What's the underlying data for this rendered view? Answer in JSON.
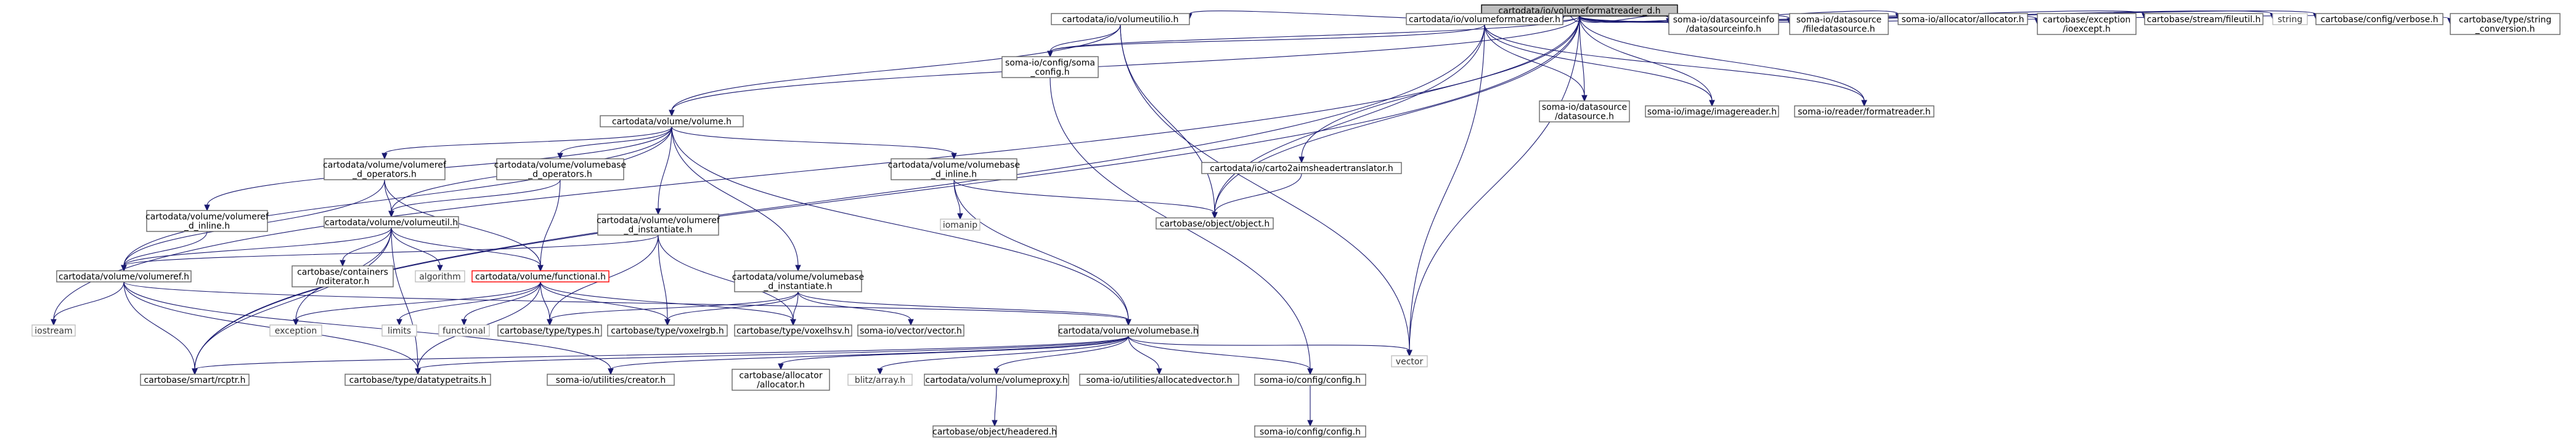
{
  "colors": {
    "edge": "#191970",
    "box_border": "#666666",
    "root_fill": "#bfbfbf",
    "highlight_border": "#ff0000",
    "external_border": "#bfbfbf",
    "external_text": "#333333"
  },
  "nodes": [
    {
      "id": "root",
      "lines": [
        "cartodata/io/volumeformatreader_d.h"
      ],
      "kind": "root"
    },
    {
      "id": "volumeutilio",
      "lines": [
        "cartodata/io/volumeutilio.h"
      ],
      "kind": "normal"
    },
    {
      "id": "volumeformatreader",
      "lines": [
        "cartodata/io/volumeformatreader.h"
      ],
      "kind": "normal"
    },
    {
      "id": "datasourceinfo",
      "lines": [
        "soma-io/datasourceinfo",
        "/datasourceinfo.h"
      ],
      "kind": "normal"
    },
    {
      "id": "filedatasource",
      "lines": [
        "soma-io/datasource",
        "/filedatasource.h"
      ],
      "kind": "normal"
    },
    {
      "id": "allocator",
      "lines": [
        "soma-io/allocator/allocator.h"
      ],
      "kind": "normal"
    },
    {
      "id": "exception",
      "lines": [
        "cartobase/exception",
        "/ioexcept.h"
      ],
      "kind": "normal"
    },
    {
      "id": "fileutil",
      "lines": [
        "cartobase/stream/fileutil.h"
      ],
      "kind": "normal"
    },
    {
      "id": "string",
      "lines": [
        "string"
      ],
      "kind": "external"
    },
    {
      "id": "verbose",
      "lines": [
        "cartobase/config/verbose.h"
      ],
      "kind": "normal"
    },
    {
      "id": "stringconv",
      "lines": [
        "cartobase/type/string",
        "_conversion.h"
      ],
      "kind": "normal"
    },
    {
      "id": "volume",
      "lines": [
        "cartodata/volume/volume.h"
      ],
      "kind": "normal"
    },
    {
      "id": "somaconfig",
      "lines": [
        "soma-io/config/soma",
        "_config.h"
      ],
      "kind": "normal"
    },
    {
      "id": "datasource",
      "lines": [
        "soma-io/datasource",
        "/datasource.h"
      ],
      "kind": "normal"
    },
    {
      "id": "imagereader",
      "lines": [
        "soma-io/image/imagereader.h"
      ],
      "kind": "normal"
    },
    {
      "id": "formatreader",
      "lines": [
        "soma-io/reader/formatreader.h"
      ],
      "kind": "normal"
    },
    {
      "id": "volumeref_operators",
      "lines": [
        "cartodata/volume/volumeref",
        "_d_operators.h"
      ],
      "kind": "normal"
    },
    {
      "id": "volumebase_operators",
      "lines": [
        "cartodata/volume/volumebase",
        "_d_operators.h"
      ],
      "kind": "normal"
    },
    {
      "id": "volumebase_inline",
      "lines": [
        "cartodata/volume/volumebase",
        "_d_inline.h"
      ],
      "kind": "normal"
    },
    {
      "id": "headertranslator",
      "lines": [
        "cartodata/io/carto2aimsheadertranslator.h"
      ],
      "kind": "normal"
    },
    {
      "id": "volumeref_inline",
      "lines": [
        "cartodata/volume/volumeref",
        "_d_inline.h"
      ],
      "kind": "normal"
    },
    {
      "id": "volumeutil",
      "lines": [
        "cartodata/volume/volumeutil.h"
      ],
      "kind": "normal"
    },
    {
      "id": "volumeref_instantiate",
      "lines": [
        "cartodata/volume/volumeref",
        "_d_instantiate.h"
      ],
      "kind": "normal"
    },
    {
      "id": "iomanip",
      "lines": [
        "iomanip"
      ],
      "kind": "external"
    },
    {
      "id": "object",
      "lines": [
        "cartobase/object/object.h"
      ],
      "kind": "normal"
    },
    {
      "id": "containers",
      "lines": [
        "cartobase/containers",
        "/nditerator.h"
      ],
      "kind": "normal"
    },
    {
      "id": "algorithm",
      "lines": [
        "algorithm"
      ],
      "kind": "external"
    },
    {
      "id": "volumeref",
      "lines": [
        "cartodata/volume/volumeref.h"
      ],
      "kind": "normal"
    },
    {
      "id": "functional_h",
      "lines": [
        "cartodata/volume/functional.h"
      ],
      "kind": "highlight"
    },
    {
      "id": "volumebase_instantiate",
      "lines": [
        "cartodata/volume/volumebase",
        "_d_instantiate.h"
      ],
      "kind": "normal"
    },
    {
      "id": "iostream",
      "lines": [
        "iostream"
      ],
      "kind": "external"
    },
    {
      "id": "exception_std",
      "lines": [
        "exception"
      ],
      "kind": "external"
    },
    {
      "id": "limits",
      "lines": [
        "limits"
      ],
      "kind": "external"
    },
    {
      "id": "functional_std",
      "lines": [
        "functional"
      ],
      "kind": "external"
    },
    {
      "id": "types",
      "lines": [
        "cartobase/type/types.h"
      ],
      "kind": "normal"
    },
    {
      "id": "voxelrgb",
      "lines": [
        "cartobase/type/voxelrgb.h"
      ],
      "kind": "normal"
    },
    {
      "id": "voxelhsv",
      "lines": [
        "cartobase/type/voxelhsv.h"
      ],
      "kind": "normal"
    },
    {
      "id": "vector_h",
      "lines": [
        "soma-io/vector/vector.h"
      ],
      "kind": "normal"
    },
    {
      "id": "volumebase",
      "lines": [
        "cartodata/volume/volumebase.h"
      ],
      "kind": "normal"
    },
    {
      "id": "vector_std",
      "lines": [
        "vector"
      ],
      "kind": "external"
    },
    {
      "id": "smartptr",
      "lines": [
        "cartobase/smart/rcptr.h"
      ],
      "kind": "normal"
    },
    {
      "id": "datatypetraits",
      "lines": [
        "cartobase/type/datatypetraits.h"
      ],
      "kind": "normal"
    },
    {
      "id": "creator",
      "lines": [
        "soma-io/utilities/creator.h"
      ],
      "kind": "normal"
    },
    {
      "id": "cb_allocator",
      "lines": [
        "cartobase/allocator",
        "/allocator.h"
      ],
      "kind": "normal"
    },
    {
      "id": "blitz",
      "lines": [
        "blitz/array.h"
      ],
      "kind": "external"
    },
    {
      "id": "volumeproxy",
      "lines": [
        "cartodata/volume/volumeproxy.h"
      ],
      "kind": "normal"
    },
    {
      "id": "allocatedvector",
      "lines": [
        "soma-io/utilities/allocatedvector.h"
      ],
      "kind": "normal"
    },
    {
      "id": "config",
      "lines": [
        "soma-io/config/config.h"
      ],
      "kind": "normal"
    },
    {
      "id": "headered",
      "lines": [
        "cartobase/object/headered.h"
      ],
      "kind": "normal"
    },
    {
      "id": "config_config",
      "lines": [
        "soma-io/config/config.h"
      ],
      "kind": "normal"
    }
  ],
  "edges": [
    [
      "root",
      "volumeutilio"
    ],
    [
      "root",
      "volumeformatreader"
    ],
    [
      "root",
      "datasourceinfo"
    ],
    [
      "root",
      "filedatasource"
    ],
    [
      "root",
      "allocator"
    ],
    [
      "root",
      "exception"
    ],
    [
      "root",
      "fileutil"
    ],
    [
      "root",
      "string"
    ],
    [
      "root",
      "verbose"
    ],
    [
      "root",
      "stringconv"
    ],
    [
      "root",
      "volume"
    ],
    [
      "root",
      "somaconfig"
    ],
    [
      "root",
      "datasource"
    ],
    [
      "root",
      "imagereader"
    ],
    [
      "root",
      "formatreader"
    ],
    [
      "root",
      "headertranslator"
    ],
    [
      "root",
      "object"
    ],
    [
      "root",
      "iostream"
    ],
    [
      "root",
      "vector_std"
    ],
    [
      "root",
      "smartptr"
    ],
    [
      "volumeutilio",
      "volume"
    ],
    [
      "volumeutilio",
      "somaconfig"
    ],
    [
      "volumeutilio",
      "object"
    ],
    [
      "volumeutilio",
      "vector_std"
    ],
    [
      "volumeformatreader",
      "somaconfig"
    ],
    [
      "volumeformatreader",
      "datasource"
    ],
    [
      "volumeformatreader",
      "imagereader"
    ],
    [
      "volumeformatreader",
      "formatreader"
    ],
    [
      "volumeformatreader",
      "object"
    ],
    [
      "volumeformatreader",
      "smartptr"
    ],
    [
      "volumeformatreader",
      "vector_std"
    ],
    [
      "volume",
      "volumeref_operators"
    ],
    [
      "volume",
      "volumebase_operators"
    ],
    [
      "volume",
      "volumebase_inline"
    ],
    [
      "volume",
      "volumeref_inline"
    ],
    [
      "volume",
      "volumeutil"
    ],
    [
      "volume",
      "volumeref_instantiate"
    ],
    [
      "volume",
      "volumebase_instantiate"
    ],
    [
      "volume",
      "volumeref"
    ],
    [
      "volume",
      "volumebase"
    ],
    [
      "volumeref_operators",
      "volumeutil"
    ],
    [
      "volumeref_operators",
      "functional_h"
    ],
    [
      "volumeref_operators",
      "volumeref"
    ],
    [
      "volumebase_operators",
      "volumeutil"
    ],
    [
      "volumebase_operators",
      "functional_h"
    ],
    [
      "volumebase_inline",
      "iomanip"
    ],
    [
      "volumebase_inline",
      "object"
    ],
    [
      "volumebase_inline",
      "volumebase"
    ],
    [
      "headertranslator",
      "object"
    ],
    [
      "volumeref_inline",
      "volumeref"
    ],
    [
      "volumeutil",
      "containers"
    ],
    [
      "volumeutil",
      "algorithm"
    ],
    [
      "volumeutil",
      "volumeref"
    ],
    [
      "volumeutil",
      "functional_h"
    ],
    [
      "volumeutil",
      "exception_std"
    ],
    [
      "volumeutil",
      "smartptr"
    ],
    [
      "volumeutil",
      "datatypetraits"
    ],
    [
      "volumeref_instantiate",
      "volumeref"
    ],
    [
      "volumeref_instantiate",
      "types"
    ],
    [
      "volumeref_instantiate",
      "voxelrgb"
    ],
    [
      "volumeref_instantiate",
      "voxelhsv"
    ],
    [
      "volumeref",
      "iostream"
    ],
    [
      "volumeref",
      "smartptr"
    ],
    [
      "volumeref",
      "datatypetraits"
    ],
    [
      "volumeref",
      "creator"
    ],
    [
      "volumeref",
      "volumebase"
    ],
    [
      "functional_h",
      "exception_std"
    ],
    [
      "functional_h",
      "limits"
    ],
    [
      "functional_h",
      "functional_std"
    ],
    [
      "functional_h",
      "types"
    ],
    [
      "functional_h",
      "voxelrgb"
    ],
    [
      "functional_h",
      "voxelhsv"
    ],
    [
      "functional_h",
      "datatypetraits"
    ],
    [
      "volumebase_instantiate",
      "types"
    ],
    [
      "volumebase_instantiate",
      "voxelrgb"
    ],
    [
      "volumebase_instantiate",
      "voxelhsv"
    ],
    [
      "volumebase_instantiate",
      "vector_h"
    ],
    [
      "volumebase_instantiate",
      "volumebase"
    ],
    [
      "volumebase",
      "smartptr"
    ],
    [
      "volumebase",
      "datatypetraits"
    ],
    [
      "volumebase",
      "creator"
    ],
    [
      "volumebase",
      "cb_allocator"
    ],
    [
      "volumebase",
      "blitz"
    ],
    [
      "volumebase",
      "volumeproxy"
    ],
    [
      "volumebase",
      "allocatedvector"
    ],
    [
      "volumebase",
      "config"
    ],
    [
      "volumebase",
      "vector_std"
    ],
    [
      "volumeproxy",
      "headered"
    ],
    [
      "config",
      "config_config"
    ],
    [
      "somaconfig",
      "config"
    ]
  ]
}
